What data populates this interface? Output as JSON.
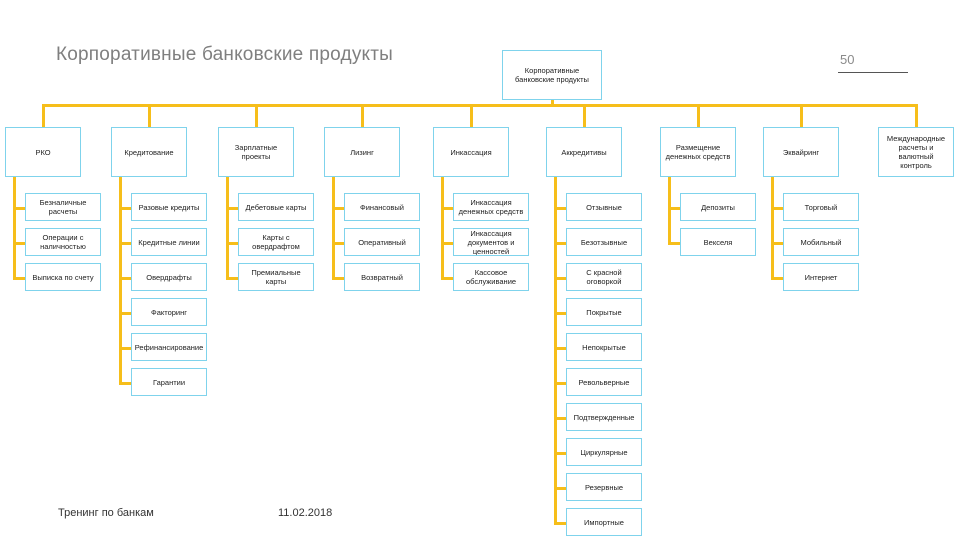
{
  "slide": {
    "title": "Корпоративные банковские продукты",
    "page_number": "50",
    "footer_left": "Тренинг по банкам",
    "footer_date": "11.02.2018"
  },
  "tree": {
    "root": "Корпоративные банковские продукты",
    "branches": [
      {
        "label": "РКО",
        "children": [
          "Безналичные расчеты",
          "Операции с наличностью",
          "Выписка по счету"
        ]
      },
      {
        "label": "Кредитование",
        "children": [
          "Разовые кредиты",
          "Кредитные линии",
          "Овердрафты",
          "Факторинг",
          "Рефинансирование",
          "Гарантии"
        ]
      },
      {
        "label": "Зарплатные проекты",
        "children": [
          "Дебетовые карты",
          "Карты с овердрафтом",
          "Премиальные карты"
        ]
      },
      {
        "label": "Лизинг",
        "children": [
          "Финансовый",
          "Оперативный",
          "Возвратный"
        ]
      },
      {
        "label": "Инкассация",
        "children": [
          "Инкассация денежных средств",
          "Инкассация документов и ценностей",
          "Кассовое обслуживание"
        ]
      },
      {
        "label": "Аккредитивы",
        "children": [
          "Отзывные",
          "Безотзывные",
          "С красной оговоркой",
          "Покрытые",
          "Непокрытые",
          "Револьверные",
          "Подтвержденные",
          "Циркулярные",
          "Резервные",
          "Импортные"
        ]
      },
      {
        "label": "Размещение денежных средств",
        "children": [
          "Депозиты",
          "Векселя"
        ]
      },
      {
        "label": "Эквайринг",
        "children": [
          "Торговый",
          "Мобильный",
          "Интернет"
        ]
      },
      {
        "label": "Международные расчеты и валютный контроль",
        "children": []
      }
    ]
  }
}
